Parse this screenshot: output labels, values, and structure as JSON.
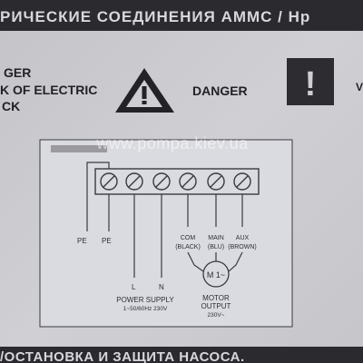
{
  "header": {
    "title": "РИЧЕСКИЕ СОЕДИНЕНИЯ AMMC / Hp"
  },
  "warning": {
    "left_lines": [
      "GER",
      "K OF ELECTRIC",
      "CK"
    ],
    "danger_label": "DANGER",
    "warning_symbol": "!",
    "notice_symbol": "!",
    "right_edge_fragment": "V"
  },
  "diagram": {
    "watermark": "www.pompa.kiev.ua",
    "ground_labels": [
      "PE",
      "PE"
    ],
    "supply_terminals": [
      "L",
      "N"
    ],
    "motor_wire_labels": [
      [
        "COM",
        "(BLACK)"
      ],
      [
        "MAIN",
        "(BLU)"
      ],
      [
        "AUX",
        "(BROWN)"
      ]
    ],
    "motor_symbol": "M 1~",
    "power_supply_label": "POWER SUPPLY",
    "power_supply_spec": "1~50/60Hz 230V",
    "motor_output_label": [
      "MOTOR",
      "OUTPUT"
    ],
    "motor_output_spec": "230V~"
  },
  "footer": {
    "text": "/ОСТАНОВКА И ЗАЩИТА НАСОСА."
  },
  "colors": {
    "header_band": "#2b2b2f",
    "header_text": "#d8d8dc",
    "label_background": "#c9c9cd",
    "diagram_background": "#dadbe0",
    "line_color": "#3a3a3e",
    "notice_box": "#2d2d31"
  }
}
